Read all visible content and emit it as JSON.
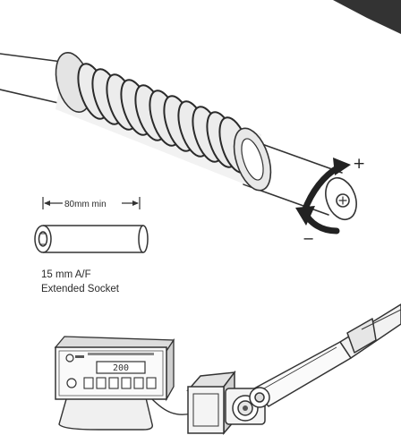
{
  "labels": {
    "plus": "+",
    "minus": "−",
    "dimension": "80mm min",
    "socket_line1": "15 mm A/F",
    "socket_line2": "Extended Socket",
    "display_value": "200"
  }
}
